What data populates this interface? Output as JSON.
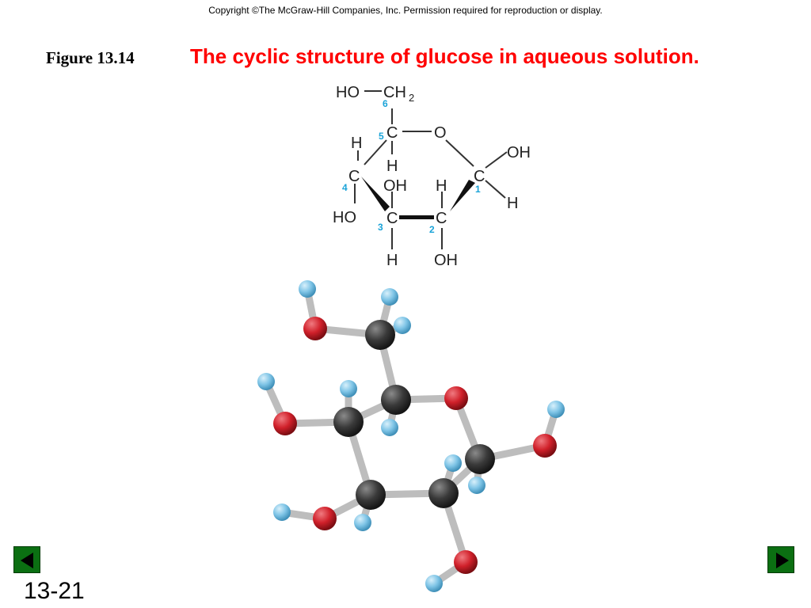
{
  "header": {
    "copyright": "Copyright ©The McGraw-Hill Companies, Inc.  Permission required for reproduction or display."
  },
  "figure": {
    "label": "Figure 13.14",
    "title": "The cyclic structure of glucose in aqueous solution."
  },
  "structure": {
    "atoms": {
      "ho6": "HO",
      "ch2": "CH",
      "ch2_sub": "2",
      "c5": "C",
      "o_ring": "O",
      "h5_top": "H",
      "h5_bottom": "H",
      "c4": "C",
      "oh3": "OH",
      "h2": "H",
      "c1": "C",
      "oh1": "OH",
      "h1": "H",
      "ho4": "HO",
      "c3": "C",
      "c2": "C",
      "h3": "H",
      "oh2": "OH"
    },
    "numbers": {
      "n6": "6",
      "n5": "5",
      "n4": "4",
      "n3": "3",
      "n2": "2",
      "n1": "1"
    }
  },
  "colors": {
    "carbon": "#3a3a3a",
    "oxygen": "#d0202a",
    "hydrogen": "#7ec4e6",
    "bond": "#bdbdbd",
    "title": "#ff0000",
    "nav": "#0b6f12",
    "number": "#1aa3d8"
  },
  "navigation": {
    "prev_icon": "triangle-left-icon",
    "next_icon": "triangle-right-icon"
  },
  "footer": {
    "slide_number": "13-21"
  }
}
